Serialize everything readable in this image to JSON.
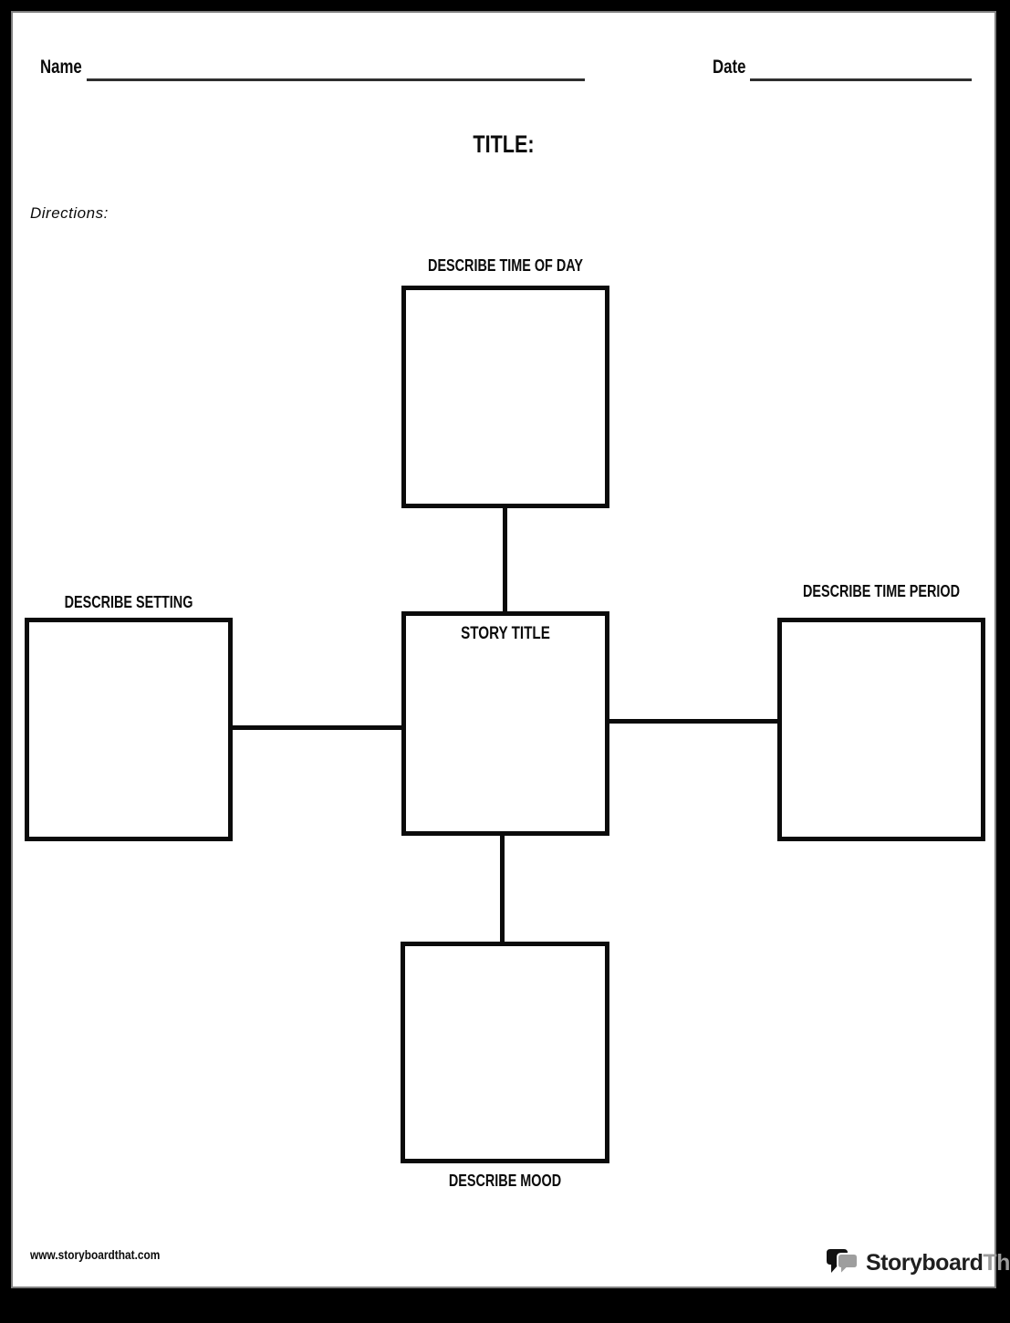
{
  "page": {
    "background_color": "#000000",
    "paper_color": "#ffffff",
    "paper_border_color": "#7f7f7f",
    "line_color": "#0b0b0b",
    "write_line_color": "#2f2f2f"
  },
  "header": {
    "name_label": "Name",
    "date_label": "Date",
    "name_value": "",
    "date_value": "",
    "title_label": "TITLE:",
    "directions_label": "Directions:"
  },
  "diagram": {
    "center": {
      "label": "STORY TITLE"
    },
    "nodes": [
      {
        "id": "top",
        "label": "DESCRIBE TIME OF DAY"
      },
      {
        "id": "left",
        "label": "DESCRIBE SETTING"
      },
      {
        "id": "right",
        "label": "DESCRIBE TIME PERIOD"
      },
      {
        "id": "bottom",
        "label": "DESCRIBE MOOD"
      }
    ]
  },
  "footer": {
    "website_url": "www.storyboardthat.com",
    "logo": {
      "text_primary": "Storyboard",
      "text_secondary": "That",
      "primary_color": "#1f1f1f",
      "secondary_color": "#9b9b9b",
      "bubble_back_color": "#111111",
      "bubble_front_color": "#9e9e9e"
    }
  }
}
